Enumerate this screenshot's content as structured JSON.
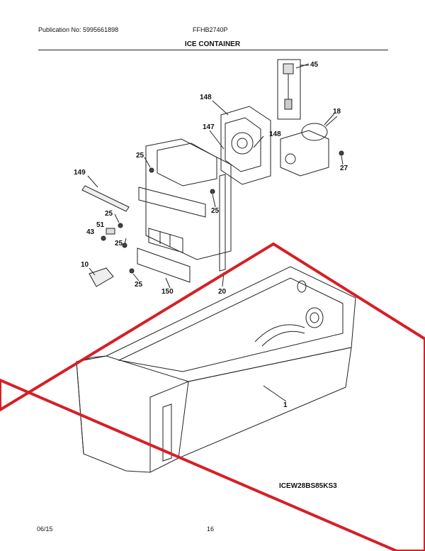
{
  "header": {
    "publication": "Publication No: 5995661898",
    "model": "FFHB2740P",
    "section_title": "ICE CONTAINER"
  },
  "callouts": {
    "c45": "45",
    "c18": "18",
    "c148a": "148",
    "c147": "147",
    "c148b": "148",
    "c27": "27",
    "c25a": "25",
    "c149": "149",
    "c25b": "25",
    "c25c": "25",
    "c51": "51",
    "c43": "43",
    "c25d": "25",
    "c10": "10",
    "c25e": "25",
    "c150": "150",
    "c20": "20",
    "c1": "1"
  },
  "footer": {
    "date": "06/15",
    "page": "16",
    "diagram_code": "ICEW28BS85KS3"
  },
  "colors": {
    "highlight": "#d61f26",
    "line": "#222222"
  }
}
